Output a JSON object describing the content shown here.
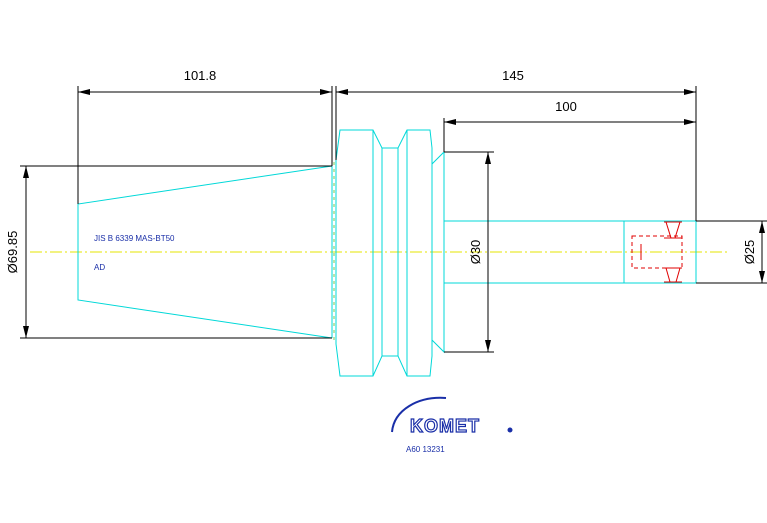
{
  "dimensions": {
    "taper_length": "101.8",
    "overall_length": "145",
    "shank_length": "100",
    "flange_diameter": "Ø69.85",
    "body_diameter": "Ø30",
    "shank_diameter": "Ø25"
  },
  "annotations": {
    "standard": "JIS B 6339 MAS-BT50",
    "code": "AD"
  },
  "logo": {
    "brand": "KOMET",
    "part_number": "A60 13231"
  },
  "colors": {
    "outline": "#00d8d8",
    "dimension": "#000000",
    "hidden_detail": "#e00000",
    "centerline": "#e6e600",
    "annotation_text": "#1a2fa8"
  }
}
